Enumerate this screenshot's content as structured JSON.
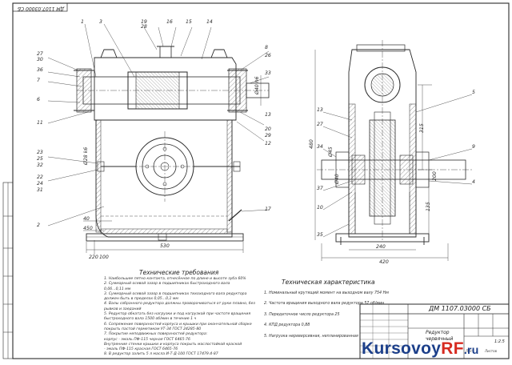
{
  "document": {
    "drawing_code_rotated": "ДМ 1107.03000 СБ",
    "drawing_code": "ДМ 1107.03000 СБ",
    "title_block": {
      "name_line1": "Редуктор",
      "name_line2": "червячный",
      "scale": "1:2.5",
      "sheet": "Лист",
      "sheets": "Листов"
    },
    "watermark": {
      "part1": "Kursovoy",
      "part2": "RF",
      "part3": ".ru"
    }
  },
  "tech_requirements": {
    "title": "Технические требования",
    "items": [
      "1. Наибольшее пятно контакта, отнесённое по длине и высоте зуба 60%",
      "2. Суммарный осевой зазор в подшипниках быстроходного вала",
      "   0,06...0,11 мм",
      "3. Суммарный осевой зазор в подшипниках тихоходного вала редуктора",
      "   должен быть в пределах 0,05...0,1 мм",
      "4. Валы собранного редуктора должны проворачиваться от руки плавно, без",
      "   рывков и заеданий",
      "5. Редуктор обкатать без нагрузки и под нагрузкой при частоте вращения",
      "   быстроходного вала 1500 об/мин в течение 1 ч",
      "6. Сопряжение поверхностей корпуса и крышки при окончательной сборке",
      "   покрыть пастой герметиком УТ-34 ГОСТ 24285-80",
      "7. Покрытие неподвижных поверхностей редуктора:",
      "   корпус - эмаль ПФ-115 черная ГОСТ 6465-76",
      "   Внутренние стенки крышки и корпуса покрыть маслостойкой краской",
      "   - эмаль ПФ-115 красная ГОСТ 6465-76",
      "8. В редуктор залить 5 л масла И-Т-Д-100 ГОСТ 17479.4-87"
    ]
  },
  "tech_characteristics": {
    "title": "Техническая характеристика",
    "items": [
      "1. Номинальный крутящий момент на выходном валу 754 Нм",
      "2. Частота вращения выходного вала редуктора 57 об/мин",
      "3. Передаточное число редуктора 25",
      "4. КПД редуктора 0,88",
      "5. Нагрузка нереверсивная, непланированная"
    ]
  },
  "callouts_front": {
    "top": [
      "1",
      "3",
      "19",
      "28",
      "16",
      "15",
      "14"
    ],
    "left": [
      "27",
      "30",
      "36",
      "7",
      "6",
      "11",
      "23",
      "25",
      "32",
      "22",
      "24",
      "31",
      "2"
    ],
    "right": [
      "8",
      "26",
      "33",
      "13",
      "20",
      "29",
      "12",
      "17"
    ]
  },
  "callouts_side": {
    "left": [
      "13",
      "27",
      "34",
      "37",
      "10",
      "35"
    ],
    "right": [
      "5",
      "9",
      "4"
    ]
  },
  "dimensions_front": {
    "overall_width": "530",
    "bottom_left_1": "40",
    "bottom_left_2": "450",
    "left_a": "220",
    "left_b": "100",
    "shaft": "Ø40 h6",
    "key": "Ø28 k6"
  },
  "dimensions_side": {
    "width_inner": "240",
    "width_outer": "420",
    "h_left": "480",
    "h_right_top": "315",
    "h_right_mid": "200",
    "h_right_bottom": "135",
    "shaft_left": "Ø45",
    "shaft_right": "Ø40"
  },
  "colors": {
    "line": "#2a2a2a",
    "hatch": "#555555",
    "accent_blue": "#1c3f8a",
    "accent_red": "#d62a20"
  }
}
